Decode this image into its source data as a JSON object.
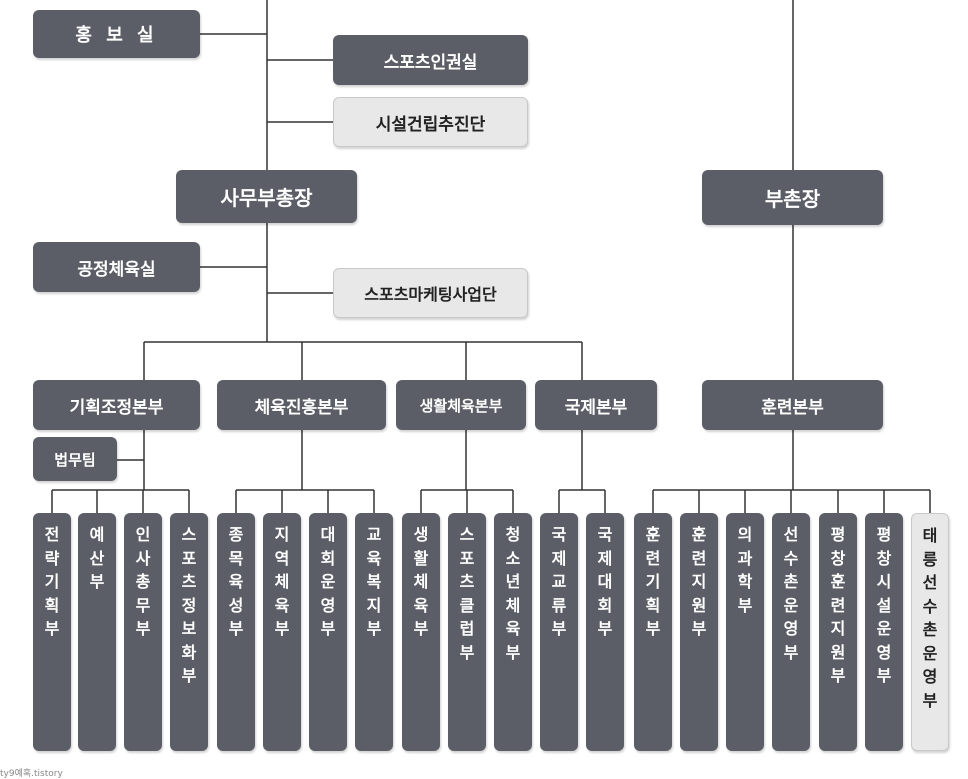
{
  "colors": {
    "dark_box": "#5b5e66",
    "light_box": "#e8e8e8",
    "line": "#333333"
  },
  "top_units": {
    "hongbo": "홍 보 실",
    "sports_rights": "스포츠인권실",
    "facility": "시설건립추진단",
    "secretary_general": "사무부총장",
    "vice_village": "부촌장",
    "fair_sports": "공정체육실",
    "marketing": "스포츠마케팅사업단"
  },
  "headquarters": {
    "planning": "기획조정본부",
    "sports_promo": "체육진흥본부",
    "life_sports": "생활체육본부",
    "intl": "국제본부",
    "training": "훈련본부"
  },
  "legal_team": "법무팀",
  "departments": [
    {
      "label": "전략기획부",
      "light": false
    },
    {
      "label": "예산부",
      "light": false
    },
    {
      "label": "인사총무부",
      "light": false
    },
    {
      "label": "스포츠정보화부",
      "light": false
    },
    {
      "label": "종목육성부",
      "light": false
    },
    {
      "label": "지역체육부",
      "light": false
    },
    {
      "label": "대회운영부",
      "light": false
    },
    {
      "label": "교육복지부",
      "light": false
    },
    {
      "label": "생활체육부",
      "light": false
    },
    {
      "label": "스포츠클럽부",
      "light": false
    },
    {
      "label": "청소년체육부",
      "light": false
    },
    {
      "label": "국제교류부",
      "light": false
    },
    {
      "label": "국제대회부",
      "light": false
    },
    {
      "label": "훈련기획부",
      "light": false
    },
    {
      "label": "훈련지원부",
      "light": false
    },
    {
      "label": "의과학부",
      "light": false
    },
    {
      "label": "선수촌운영부",
      "light": false
    },
    {
      "label": "평창훈련지원부",
      "light": false
    },
    {
      "label": "평창시설운영부",
      "light": false
    },
    {
      "label": "태릉선수촌운영부",
      "light": true
    }
  ],
  "watermark": "ty9예혹.tistory"
}
